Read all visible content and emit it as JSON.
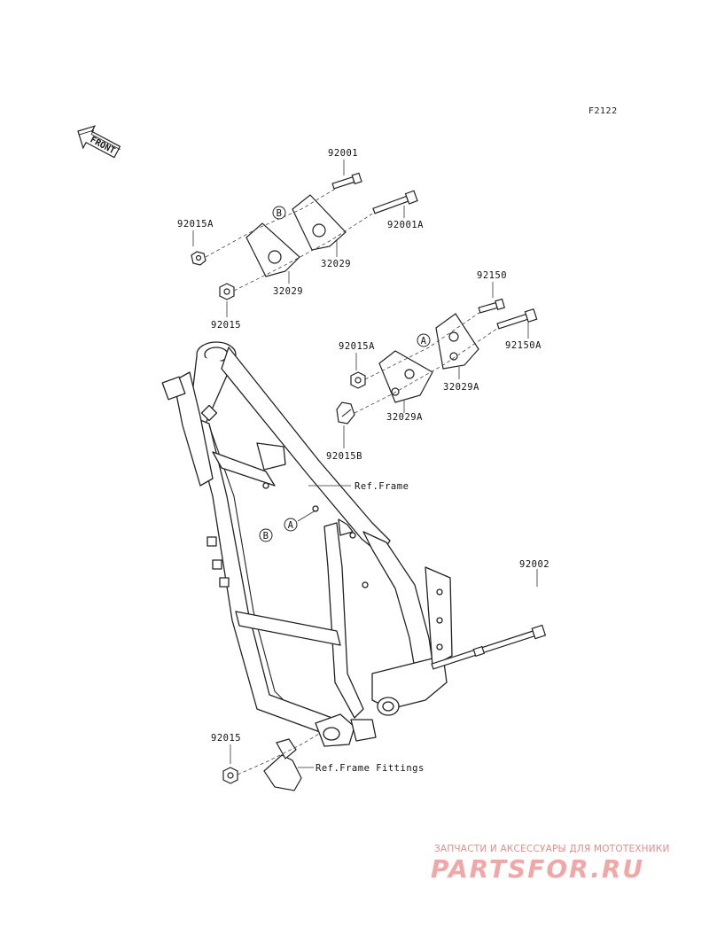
{
  "figure_code": "F2122",
  "front_label": "FRONT",
  "callouts": {
    "A": "A",
    "B": "B"
  },
  "parts": {
    "p92001": "92001",
    "p92001A": "92001A",
    "p92015A_top": "92015A",
    "p32029_right": "32029",
    "p32029_left": "32029",
    "p92015_top": "92015",
    "p92150": "92150",
    "p92150A": "92150A",
    "p92015A_mid": "92015A",
    "p32029A_right": "32029A",
    "p32029A_left": "32029A",
    "p92015B": "92015B",
    "p92002": "92002",
    "p92015_bottom": "92015"
  },
  "references": {
    "frame": "Ref.Frame",
    "frame_fittings": "Ref.Frame Fittings"
  },
  "watermark": {
    "tagline": "ЗАПЧАСТИ И АКСЕССУАРЫ ДЛЯ МОТОТЕХНИКИ",
    "logo": "PARTSFOR.RU"
  }
}
